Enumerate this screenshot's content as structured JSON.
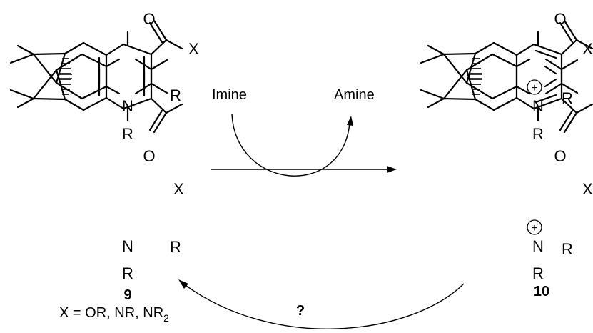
{
  "atoms": {
    "O": "O",
    "X": "X",
    "N": "N",
    "R": "R"
  },
  "charge": "+",
  "reagent_in": "Imine",
  "reagent_out": "Amine",
  "compound_9_label": "9",
  "compound_10_label": "10",
  "substituent_def": {
    "text": "X = OR, NR, NR",
    "subscript": "2"
  },
  "unknown_step": "?"
}
